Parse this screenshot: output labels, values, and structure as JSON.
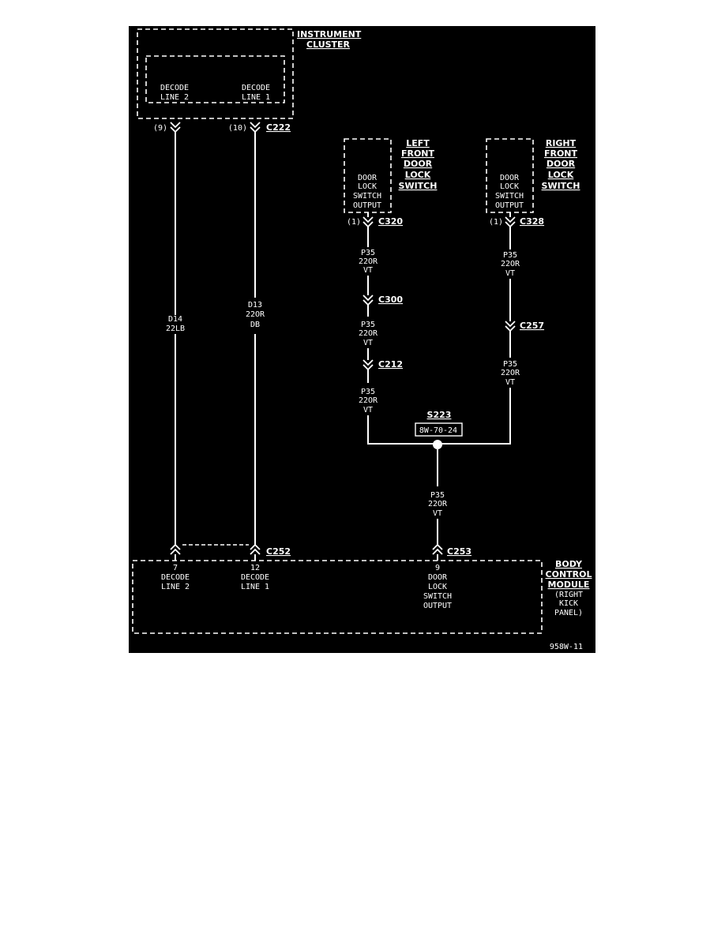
{
  "components": {
    "instrument_cluster": {
      "title_line1": "INSTRUMENT",
      "title_line2": "CLUSTER",
      "pin_a": [
        "DECODE",
        "LINE 2"
      ],
      "pin_b": [
        "DECODE",
        "LINE 1"
      ]
    },
    "left_door_switch": {
      "title": [
        "LEFT",
        "FRONT",
        "DOOR",
        "LOCK",
        "SWITCH"
      ],
      "pin": [
        "DOOR",
        "LOCK",
        "SWITCH",
        "OUTPUT"
      ]
    },
    "right_door_switch": {
      "title": [
        "RIGHT",
        "FRONT",
        "DOOR",
        "LOCK",
        "SWITCH"
      ],
      "pin": [
        "DOOR",
        "LOCK",
        "SWITCH",
        "OUTPUT"
      ]
    },
    "body_control_module": {
      "title": [
        "BODY",
        "CONTROL",
        "MODULE"
      ],
      "location": [
        "(RIGHT",
        "KICK",
        "PANEL)"
      ],
      "pin7": [
        "7",
        "DECODE",
        "LINE 2"
      ],
      "pin12": [
        "12",
        "DECODE",
        "LINE 1"
      ],
      "pin9": [
        "9",
        "DOOR",
        "LOCK",
        "SWITCH",
        "OUTPUT"
      ]
    }
  },
  "connectors": {
    "c222": {
      "name": "C222",
      "pin_left": "(9)",
      "pin_right": "(10)"
    },
    "c320": {
      "name": "C320",
      "pin": "(1)"
    },
    "c328": {
      "name": "C328",
      "pin": "(1)"
    },
    "c300": {
      "name": "C300"
    },
    "c212": {
      "name": "C212"
    },
    "c257": {
      "name": "C257"
    },
    "c252": {
      "name": "C252"
    },
    "c253": {
      "name": "C253"
    }
  },
  "splice": {
    "name": "S223",
    "ref": "8W-70-24"
  },
  "wires": {
    "d14": [
      "D14",
      "22LB"
    ],
    "d13": [
      "D13",
      "22OR",
      "DB"
    ],
    "p35": [
      "P35",
      "22OR",
      "VT"
    ]
  },
  "figure_id": "958W-11"
}
